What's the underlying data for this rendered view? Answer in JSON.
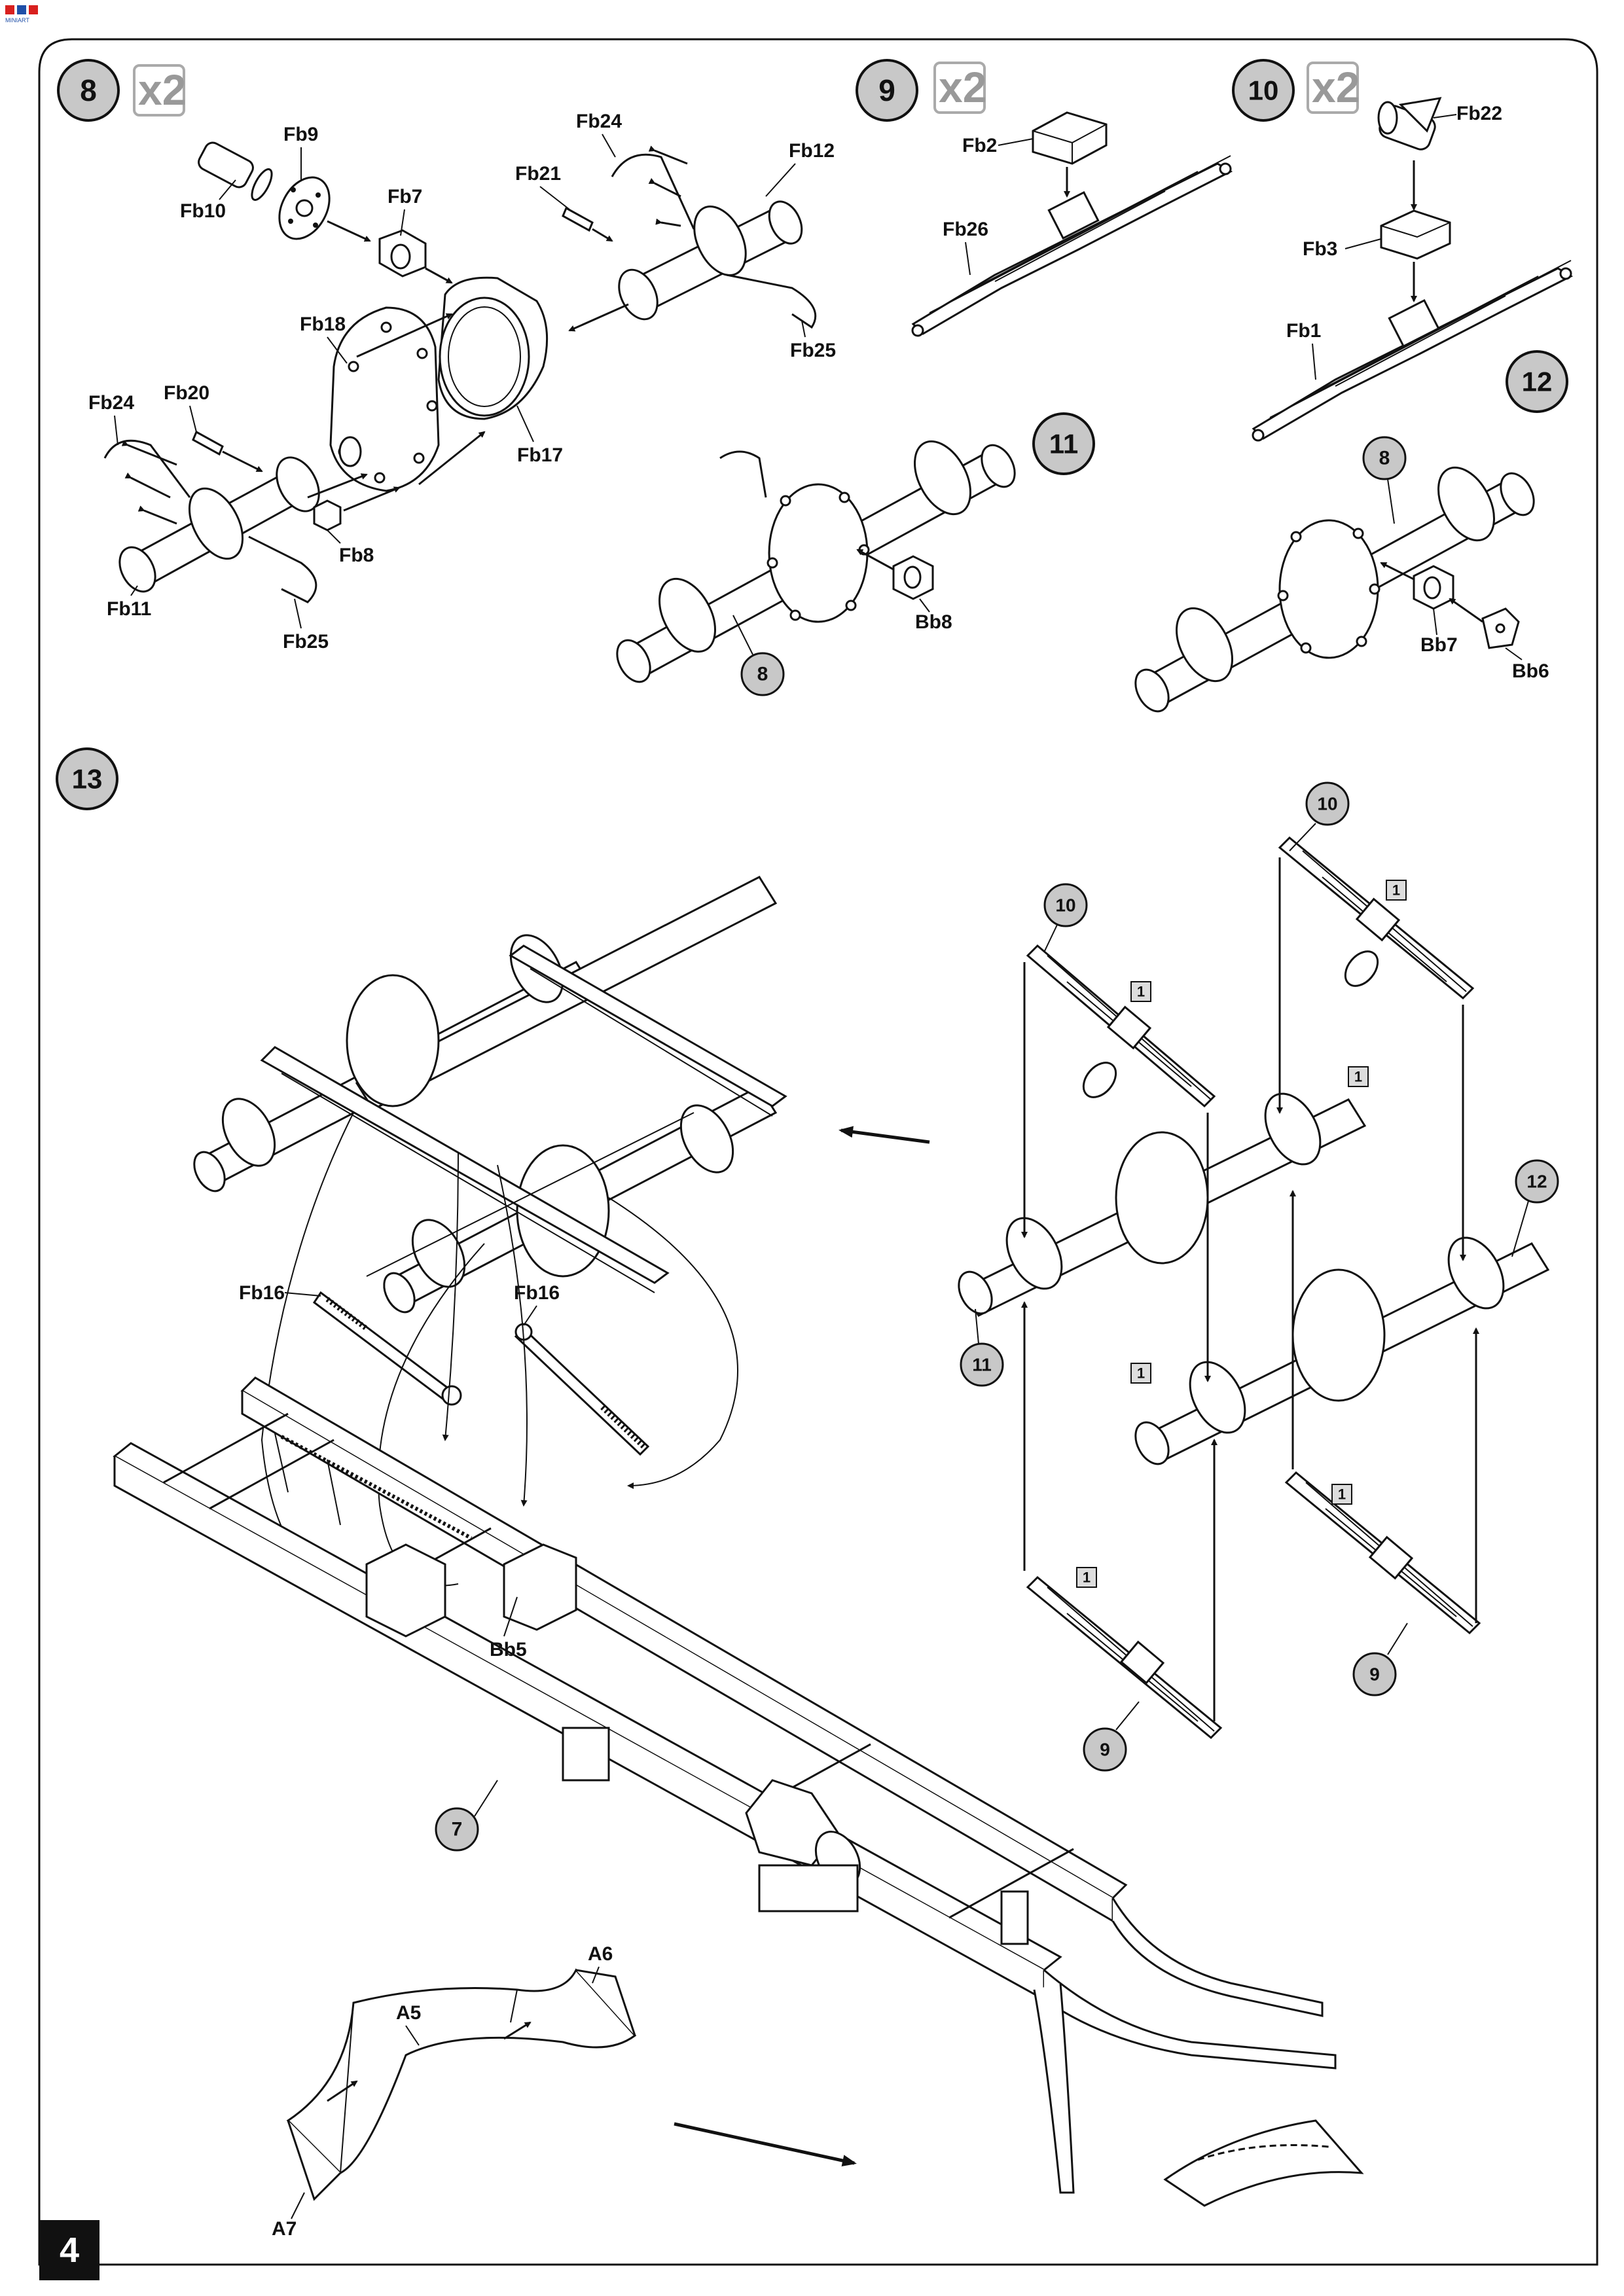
{
  "logo_text": "MINIART",
  "page_number": "4",
  "quantity_marker": "x2",
  "steps": [
    {
      "number": "8"
    },
    {
      "number": "9"
    },
    {
      "number": "10"
    },
    {
      "number": "11"
    },
    {
      "number": "12"
    },
    {
      "number": "13"
    }
  ],
  "step8_parts": [
    "Fb9",
    "Fb10",
    "Fb7",
    "Fb24",
    "Fb12",
    "Fb21",
    "Fb18",
    "Fb17",
    "Fb25",
    "Fb24",
    "Fb20",
    "Fb8",
    "Fb11",
    "Fb25"
  ],
  "step9_parts": [
    "Fb2",
    "Fb26"
  ],
  "step10_parts": [
    "Fb22",
    "Fb3",
    "Fb1"
  ],
  "step11": {
    "sub": "8",
    "part": "Bb8"
  },
  "step12": {
    "sub": "8",
    "parts": [
      "Bb7",
      "Bb6"
    ]
  },
  "step13": {
    "parts": [
      "Fb16",
      "Fb16",
      "Bb5",
      "7",
      "A5",
      "A6",
      "A7"
    ],
    "sub_refs": [
      "10",
      "10",
      "11",
      "12",
      "9",
      "9"
    ],
    "boxed": [
      "1",
      "1",
      "1",
      "1",
      "1",
      "1"
    ]
  },
  "colors": {
    "ink": "#111111",
    "step_fill": "#c8c8c8",
    "paper": "#ffffff",
    "logo_red": "#d8201e",
    "logo_blue": "#1f4fa8"
  }
}
